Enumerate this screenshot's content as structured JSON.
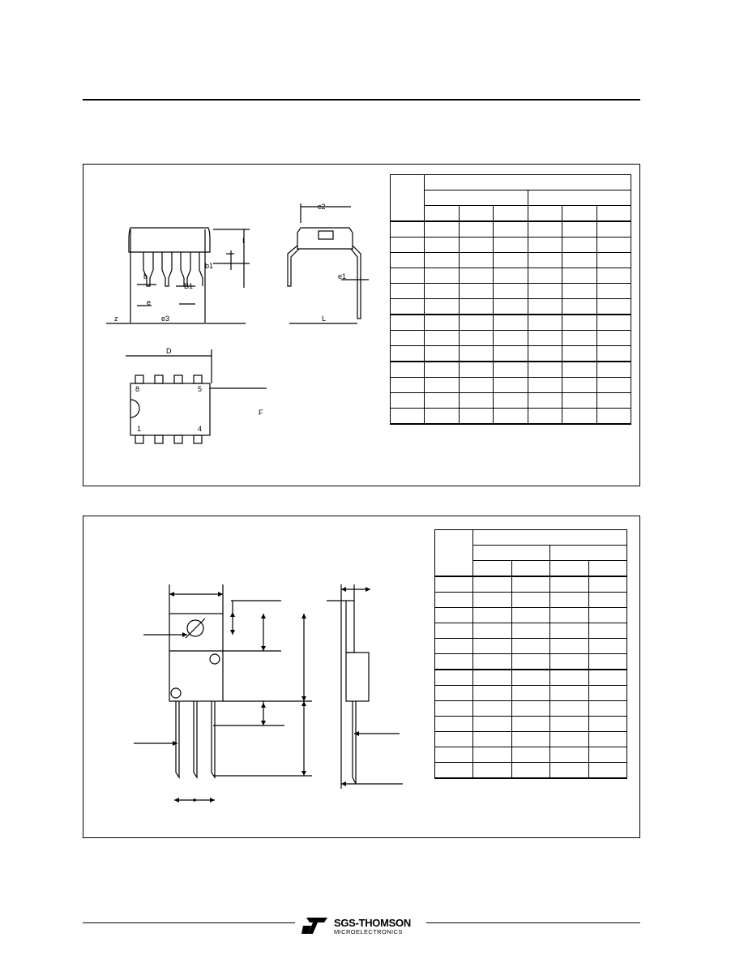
{
  "panel1": {
    "labels": {
      "c2": "c2",
      "I": "I",
      "b1": "b1",
      "B1": "B1",
      "b": "b",
      "e": "e",
      "z": "z",
      "e3": "e3",
      "f": "F",
      "l": "L",
      "d": "D",
      "pin8": "8",
      "pin5": "5",
      "pin1": "1",
      "pin4": "4",
      "e1": "e1"
    }
  },
  "footer": {
    "brand": "SGS-THOMSON",
    "sub": "MICROELECTRONICS",
    "logo_icon": "st-logo-icon"
  }
}
